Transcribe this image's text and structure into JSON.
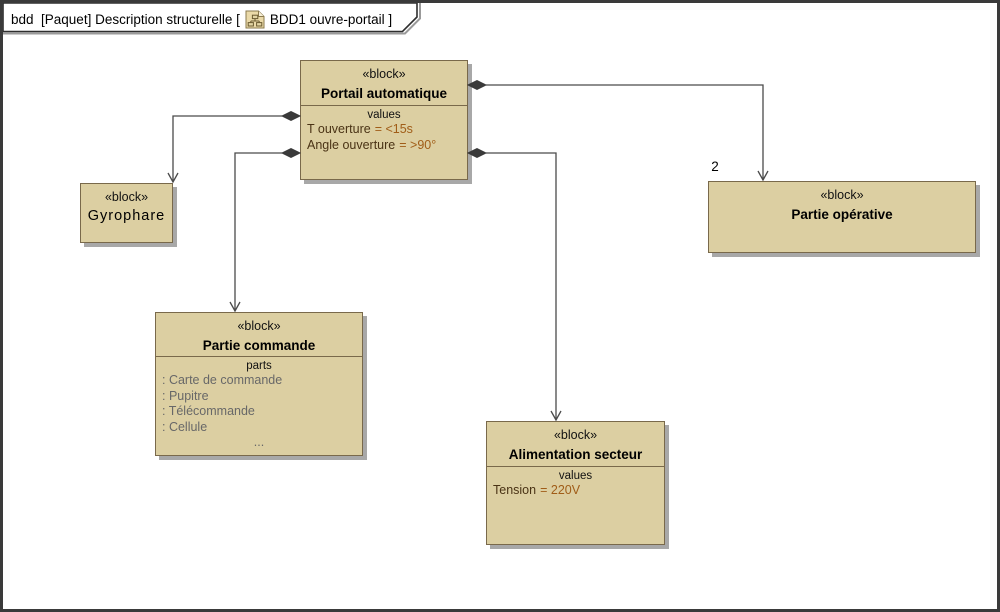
{
  "frame": {
    "title_prefix": "bdd  [Paquet] Description structurelle [",
    "title_suffix": "BDD1 ouvre-portail ]"
  },
  "blocks": {
    "portail": {
      "stereotype": "«block»",
      "name": "Portail automatique",
      "compartment_label": "values",
      "values": [
        {
          "name": "T ouverture",
          "value": "= <15s"
        },
        {
          "name": "Angle ouverture",
          "value": "= >90°"
        }
      ]
    },
    "gyrophare": {
      "stereotype": "«block»",
      "name": "Gyrophare"
    },
    "partie_operative": {
      "stereotype": "«block»",
      "name": "Partie opérative"
    },
    "partie_commande": {
      "stereotype": "«block»",
      "name": "Partie commande",
      "compartment_label": "parts",
      "parts": [
        ": Carte de commande",
        ": Pupitre",
        ": Télécommande",
        ": Cellule"
      ],
      "ellipsis": "..."
    },
    "alimentation": {
      "stereotype": "«block»",
      "name": "Alimentation secteur",
      "compartment_label": "values",
      "values": [
        {
          "name": "Tension",
          "value": "= 220V"
        }
      ]
    }
  },
  "connectors": [
    {
      "type": "composition",
      "from": "Portail automatique",
      "to": "Partie opérative",
      "multiplicity": "2"
    },
    {
      "type": "composition",
      "from": "Portail automatique",
      "to": "Alimentation secteur",
      "multiplicity": ""
    },
    {
      "type": "composition",
      "from": "Portail automatique",
      "to": "Gyrophare",
      "multiplicity": ""
    },
    {
      "type": "composition",
      "from": "Portail automatique",
      "to": "Partie commande",
      "multiplicity": ""
    }
  ],
  "colors": {
    "block_fill": "#dccfa2",
    "block_border": "#79694b",
    "shadow": "#a8a8a8",
    "wire": "#4a4a4a",
    "value_name": "#4a3315",
    "value_value": "#a05d18",
    "parts_text": "#686868"
  }
}
